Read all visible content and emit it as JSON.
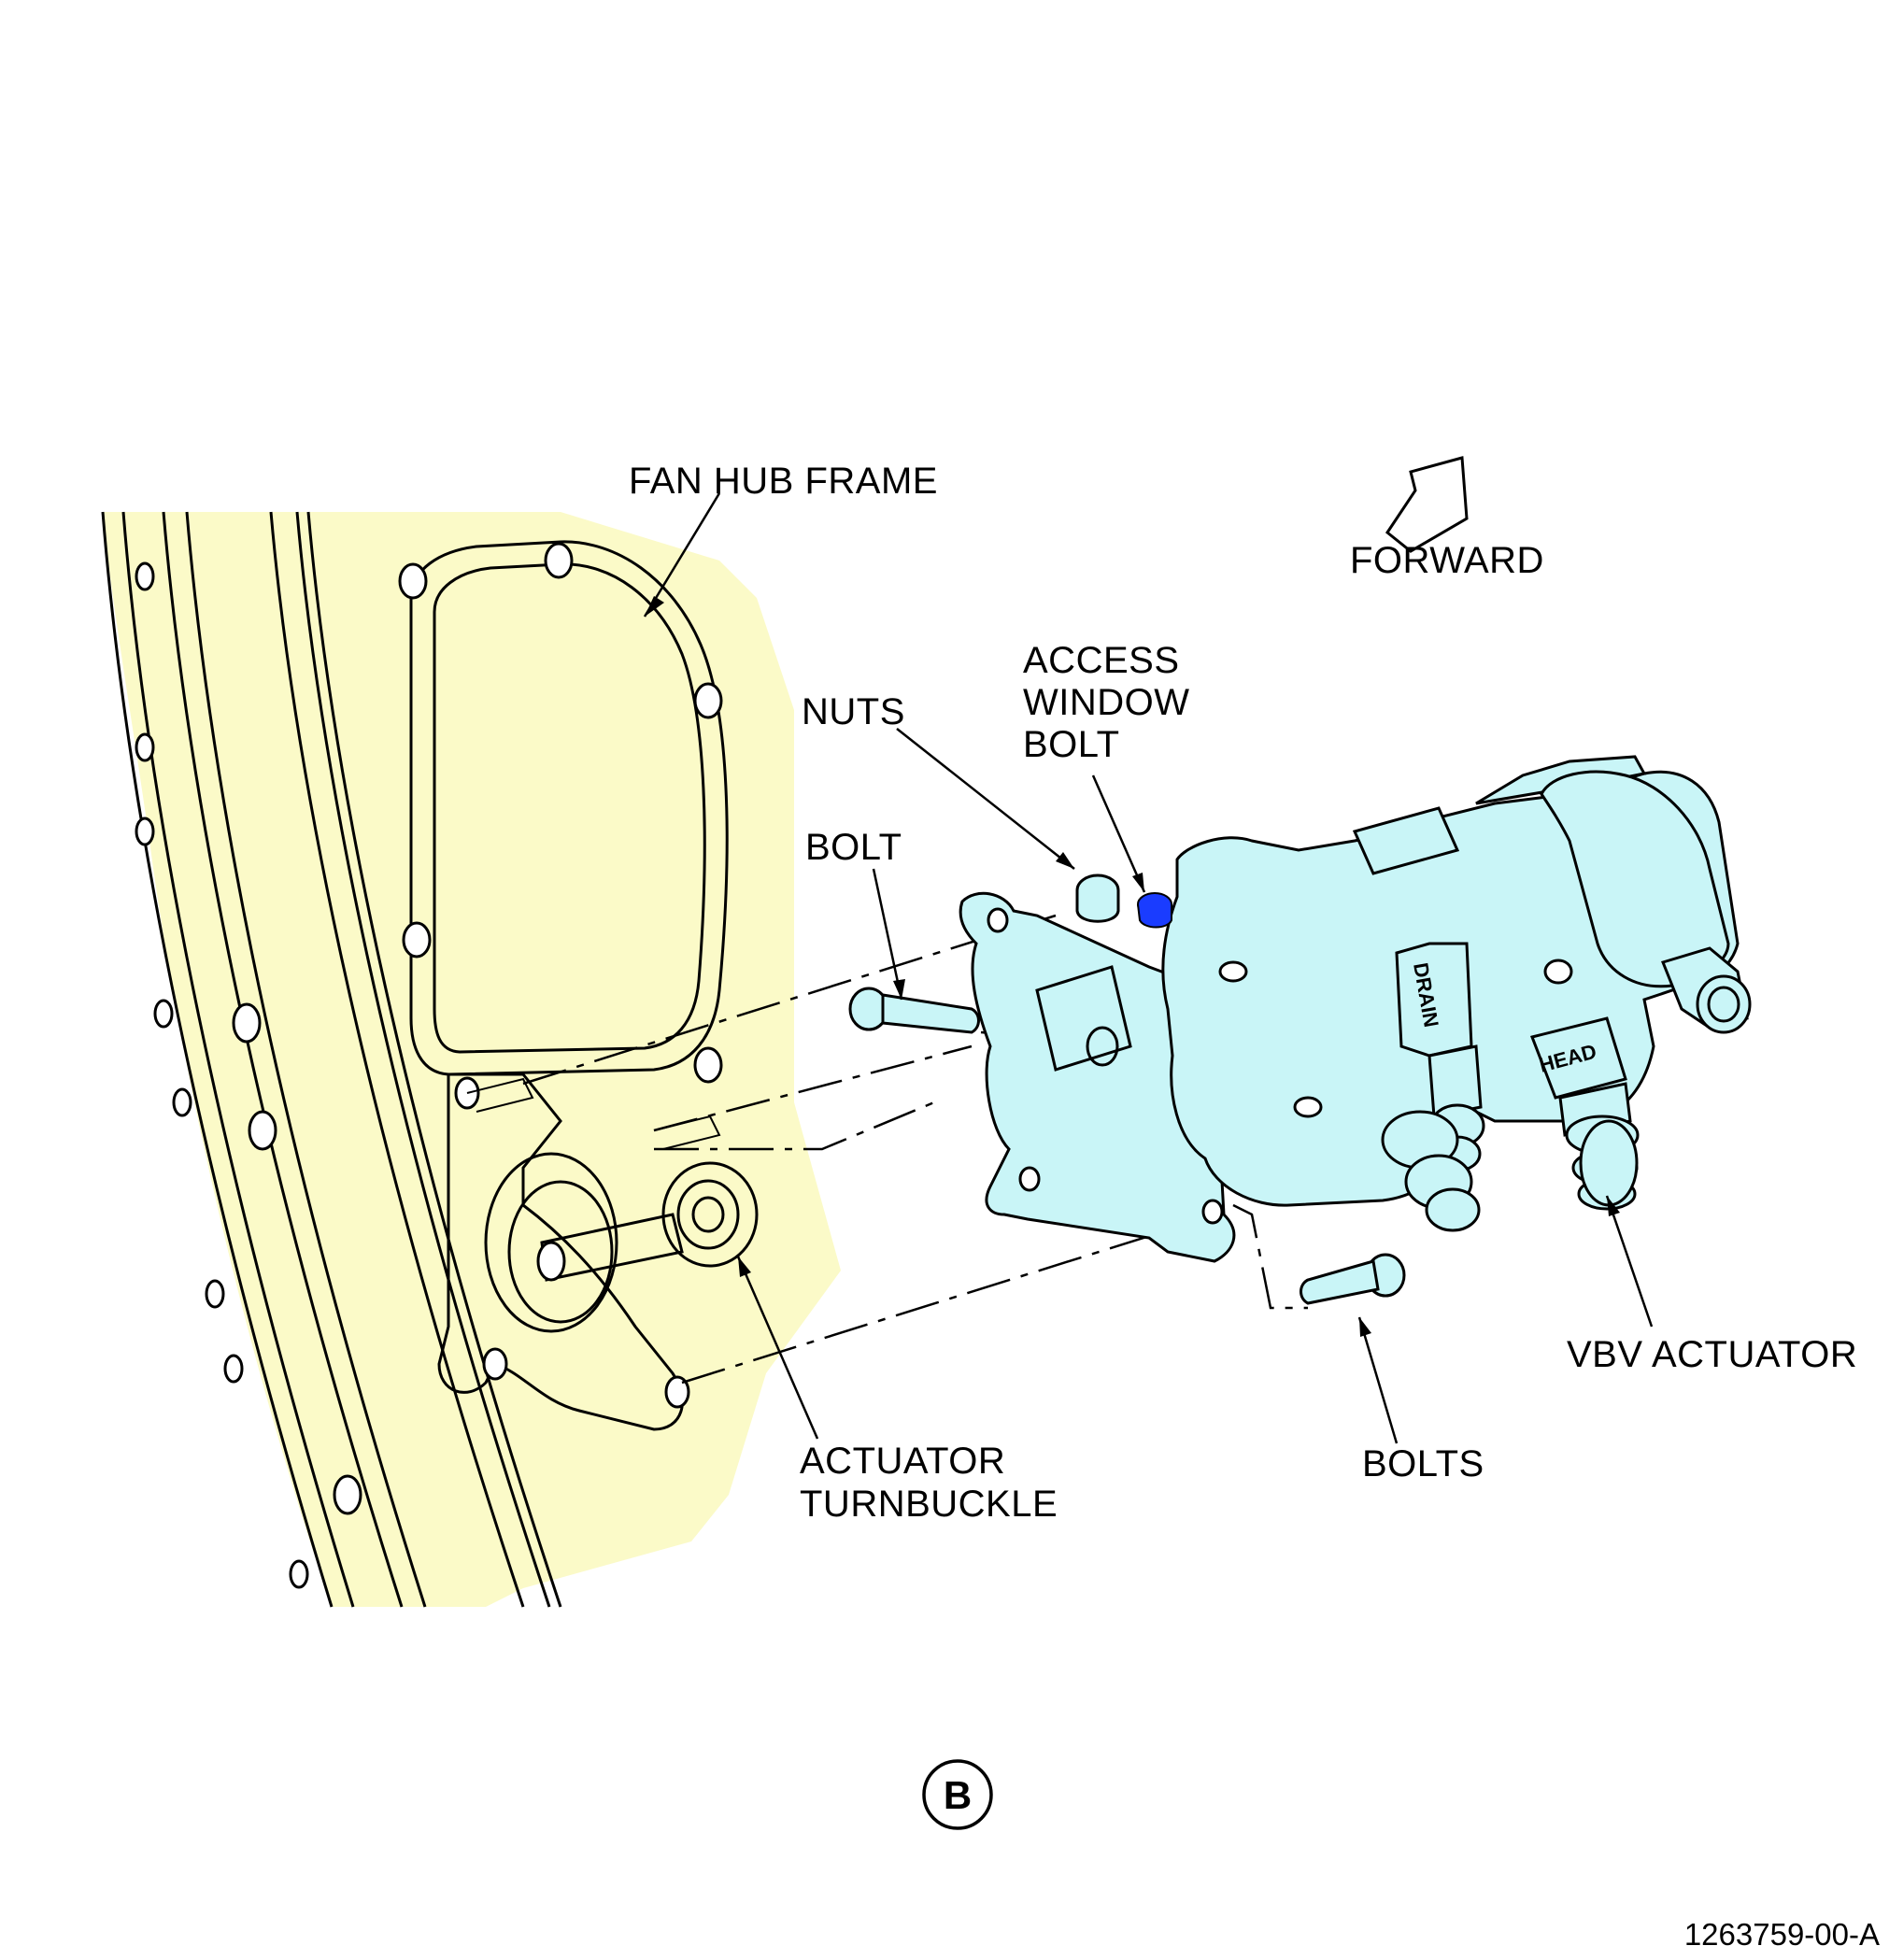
{
  "labels": {
    "fan_hub_frame": "FAN HUB FRAME",
    "forward": "FORWARD",
    "access_window_bolt_line1": "ACCESS",
    "access_window_bolt_line2": "WINDOW",
    "access_window_bolt_line3": "BOLT",
    "nuts": "NUTS",
    "bolt": "BOLT",
    "vbv_actuator": "VBV ACTUATOR",
    "bolts": "BOLTS",
    "actuator_turnbuckle_line1": "ACTUATOR",
    "actuator_turnbuckle_line2": "TURNBUCKLE",
    "view_letter": "B",
    "figure_number": "1263759-00-A"
  },
  "part_markings": {
    "drain": "DRAIN",
    "head": "HEAD"
  },
  "colors": {
    "fan_hub_frame_fill": "#fbfac8",
    "vbv_actuator_fill": "#c9f5f7",
    "access_window_bolt_highlight": "#1a3cff",
    "line": "#000000"
  }
}
